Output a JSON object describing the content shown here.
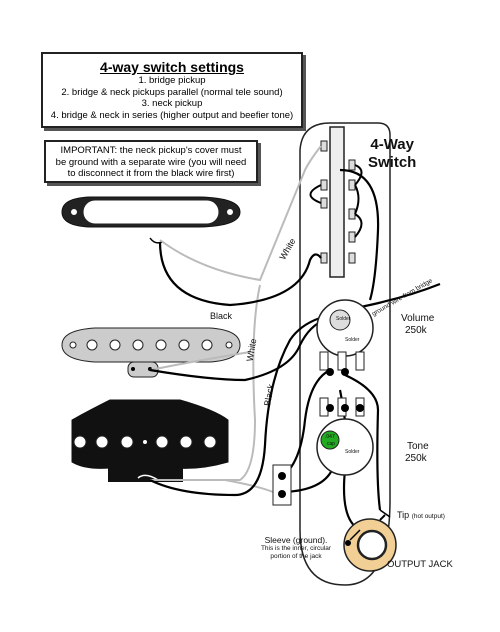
{
  "settings": {
    "title": "4-way switch settings",
    "lines": [
      "1. bridge pickup",
      "2. bridge & neck pickups parallel (normal tele sound)",
      "3. neck pickup",
      "4. bridge & neck in series (higher output and beefier tone)"
    ]
  },
  "important": {
    "lines": [
      "IMPORTANT:  the neck pickup's cover must",
      "be ground with a separate wire (you will need",
      "to disconnect it from the black wire first)"
    ]
  },
  "switch": {
    "title_line1": "4-Way",
    "title_line2": "Switch"
  },
  "wires": {
    "white_label": "White",
    "black_label": "Black",
    "ground_from_bridge": "ground wire from bridge"
  },
  "volume": {
    "label": "Volume",
    "value": "250k",
    "solder_top": "Solder",
    "solder_bottom": "Solder"
  },
  "tone": {
    "label": "Tone",
    "value": "250k",
    "solder": "Solder",
    "cap_value": ".047",
    "cap_label": "cap"
  },
  "jack": {
    "tip": "Tip",
    "tip_note": "(hot output)",
    "sleeve_line1": "Sleeve (ground).",
    "sleeve_line2": "This is the inner, circular",
    "sleeve_line3": "portion of the jack",
    "title": "OUTPUT JACK"
  },
  "colors": {
    "outline": "#222222",
    "wire_black": "#000000",
    "wire_white": "#bbbbbb",
    "pickup_gray": "#cccccc",
    "cap_green": "#22aa22"
  }
}
